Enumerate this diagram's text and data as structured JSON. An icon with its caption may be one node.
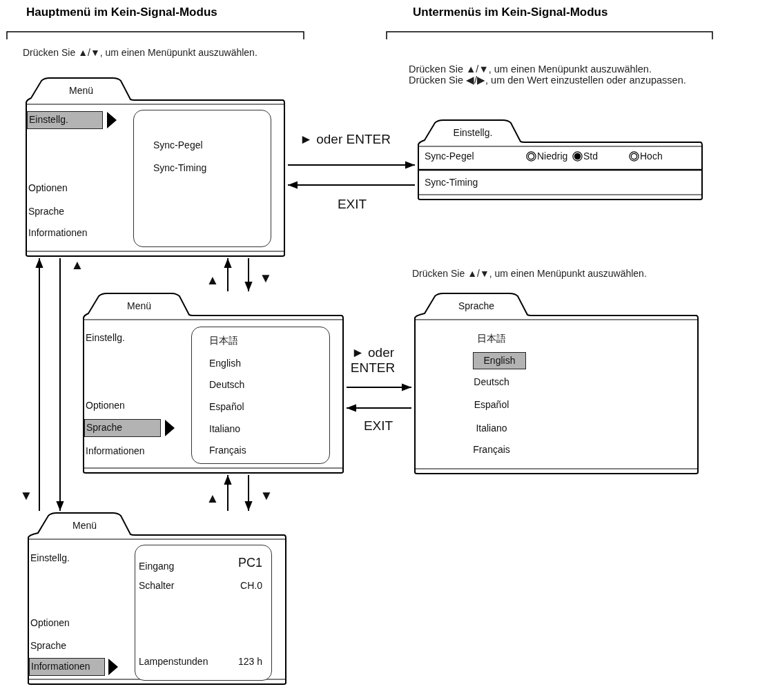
{
  "diagram": {
    "nodes": [
      {
        "text": [
          "Menü",
          "Optionen",
          "Sprache",
          "Informationen"
        ]
      },
      {
        "text": [
          "Einstellg."
        ],
        "in": 0
      },
      {
        "text": [
          "Sync-Pegel",
          "Sync-Timing"
        ],
        "in": 0
      },
      {
        "text": [
          "Einstellg.",
          "Sync-Pegel",
          "Niedrig",
          "Std",
          "Hoch",
          "Sync-Timing"
        ]
      },
      {
        "text": [
          "Menü",
          "Einstellg.",
          "Optionen",
          "Informationen"
        ]
      },
      {
        "text": [
          "Sprache"
        ],
        "in": 4
      },
      {
        "text": [
          "日本語",
          "English",
          "Deutsch",
          "Español",
          "Italiano",
          "Français"
        ],
        "in": 4
      },
      {
        "text": [
          "Sprache",
          "日本語",
          "Deutsch",
          "Español",
          "Italiano",
          "Français"
        ]
      },
      {
        "text": [
          "English"
        ],
        "in": 7
      },
      {
        "text": [
          "Menü",
          "Einstellg.",
          "Optionen",
          "Sprache"
        ]
      },
      {
        "text": [
          "Informationen"
        ],
        "in": 9
      },
      {
        "text": [
          "Eingang",
          "PC1",
          "Schalter",
          "CH.0",
          "Lampenstunden",
          "123 h"
        ],
        "in": 9
      }
    ],
    "edges": [
      {
        "from": 0,
        "to": 3,
        "arrow": "to",
        "label": "► oder ENTER"
      },
      {
        "from": 3,
        "to": 0,
        "arrow": "to",
        "label": "EXIT"
      },
      {
        "from": 0,
        "to": 4,
        "arrow": "to",
        "label": "▼"
      },
      {
        "from": 4,
        "to": 0,
        "arrow": "to",
        "label": "▲"
      },
      {
        "from": 4,
        "to": 9,
        "arrow": "to",
        "label": "▼"
      },
      {
        "from": 9,
        "to": 4,
        "arrow": "to",
        "label": "▲"
      },
      {
        "from": 4,
        "to": 7,
        "arrow": "to",
        "label": "► oder ENTER"
      },
      {
        "from": 7,
        "to": 4,
        "arrow": "to",
        "label": "EXIT"
      },
      {
        "from": 9,
        "to": 0,
        "arrow": "to",
        "label": "▼"
      },
      {
        "from": 0,
        "to": 9,
        "arrow": "to",
        "label": "▲"
      }
    ],
    "labels": [
      "Hauptmenü im Kein-Signal-Modus",
      "Untermenüs im Kein-Signal-Modus",
      "Drücken Sie ▲/▼, um einen Menüpunkt auszuwählen.",
      "Drücken Sie ▲/▼, um einen Menüpunkt auszuwählen.",
      "Drücken Sie ◀/▶, um den Wert einzustellen oder anzupassen.",
      "Drücken Sie ▲/▼, um einen Menüpunkt auszuwählen."
    ]
  }
}
